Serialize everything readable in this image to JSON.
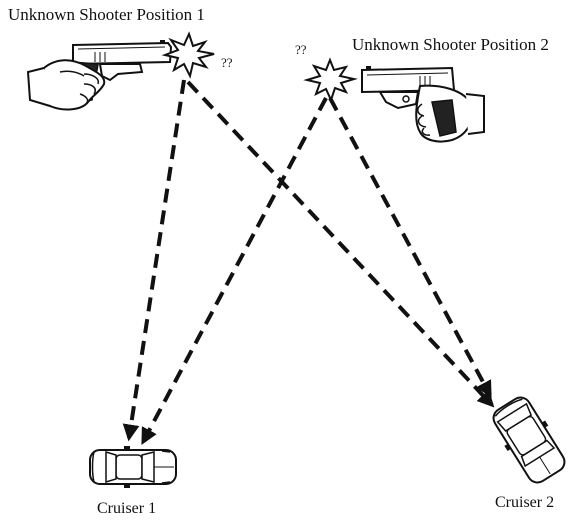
{
  "labels": {
    "shooter1": "Unknown Shooter Position 1",
    "shooter2": "Unknown Shooter Position 2",
    "unknown1": "??",
    "unknown2": "??",
    "cruiser1": "Cruiser 1",
    "cruiser2": "Cruiser 2"
  },
  "icons": {
    "shooter1": "hand-holding-pistol-icon",
    "shooter2": "hand-holding-pistol-icon",
    "flash": "muzzle-flash-icon",
    "vehicle": "police-cruiser-icon"
  },
  "colors": {
    "line": "#111111",
    "background": "#ffffff"
  }
}
